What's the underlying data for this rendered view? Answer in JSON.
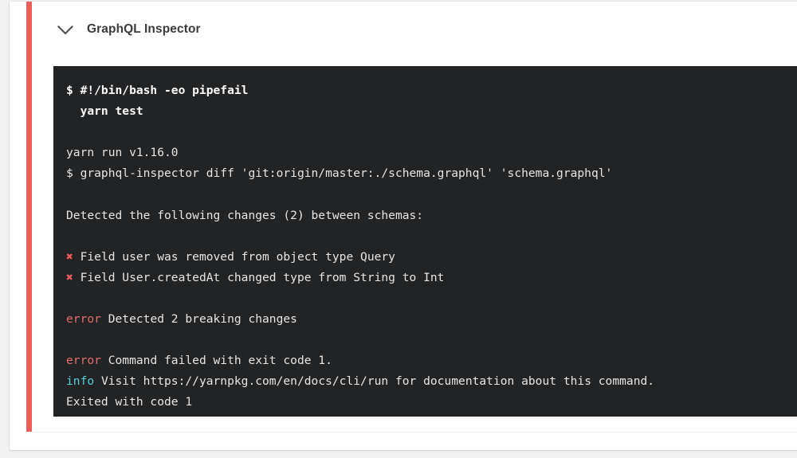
{
  "theme": {
    "page_background": "#f1f1f1",
    "card_background": "#ffffff",
    "status_rail_color": "#ec5f59",
    "terminal_background": "#222325",
    "terminal_text": "#e8e6e3",
    "error_label_color": "#e36d6d",
    "error_mark_color": "#f05c5c",
    "info_label_color": "#4fd1d9",
    "title_color": "#3b3b3b"
  },
  "step": {
    "title": "GraphQL Inspector",
    "toggle_icon": "chevron-down-icon",
    "status": "failed"
  },
  "terminal": {
    "lines": [
      {
        "type": "command",
        "prefix": "$ ",
        "text": "#!/bin/bash -eo pipefail"
      },
      {
        "type": "command",
        "prefix": "  ",
        "text": "yarn test"
      },
      {
        "type": "blank",
        "text": ""
      },
      {
        "type": "output",
        "text": "yarn run v1.16.0"
      },
      {
        "type": "output",
        "text": "$ graphql-inspector diff 'git:origin/master:./schema.graphql' 'schema.graphql'"
      },
      {
        "type": "blank",
        "text": ""
      },
      {
        "type": "output",
        "text": "Detected the following changes (2) between schemas:"
      },
      {
        "type": "blank",
        "text": ""
      },
      {
        "type": "change",
        "mark": "✖",
        "text": " Field user was removed from object type Query"
      },
      {
        "type": "change",
        "mark": "✖",
        "text": " Field User.createdAt changed type from String to Int"
      },
      {
        "type": "blank",
        "text": ""
      },
      {
        "type": "labeled",
        "label": "error",
        "label_kind": "error",
        "text": " Detected 2 breaking changes"
      },
      {
        "type": "blank",
        "text": ""
      },
      {
        "type": "labeled",
        "label": "error",
        "label_kind": "error",
        "text": " Command failed with exit code 1."
      },
      {
        "type": "labeled",
        "label": "info",
        "label_kind": "info",
        "text": " Visit https://yarnpkg.com/en/docs/cli/run for documentation about this command."
      },
      {
        "type": "output",
        "text": "Exited with code 1"
      }
    ]
  }
}
